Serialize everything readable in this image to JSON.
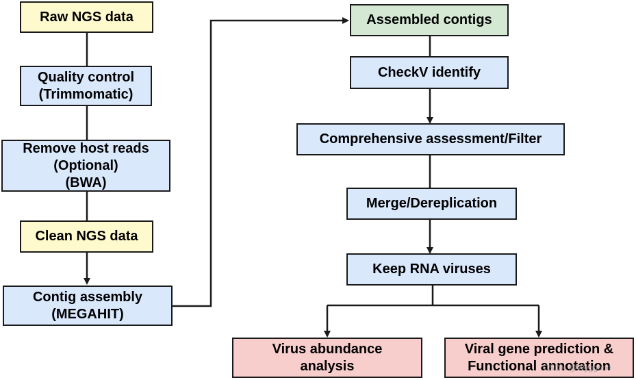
{
  "nodes": {
    "raw": [
      "Raw NGS data"
    ],
    "qc": [
      "Quality control",
      "(Trimmomatic)"
    ],
    "host": [
      "Remove host reads",
      "(Optional)",
      "(BWA)"
    ],
    "clean": [
      "Clean NGS data"
    ],
    "assembly": [
      "Contig assembly",
      "(MEGAHIT)"
    ],
    "contigs": [
      "Assembled contigs"
    ],
    "checkv": [
      "CheckV identify"
    ],
    "assess": [
      "Comprehensive assessment/Filter"
    ],
    "merge": [
      "Merge/Dereplication"
    ],
    "keep": [
      "Keep RNA viruses"
    ],
    "abundance": [
      "Virus abundance",
      "analysis"
    ],
    "prediction": [
      "Viral gene prediction &",
      "Functional annotation"
    ]
  },
  "colors": {
    "yellow": "#fffacd",
    "blue": "#dae8fc",
    "green": "#d5e8d4",
    "pink": "#f8cecc",
    "line": "#1a1a1a"
  },
  "watermark": "CSDN @Wyggene"
}
